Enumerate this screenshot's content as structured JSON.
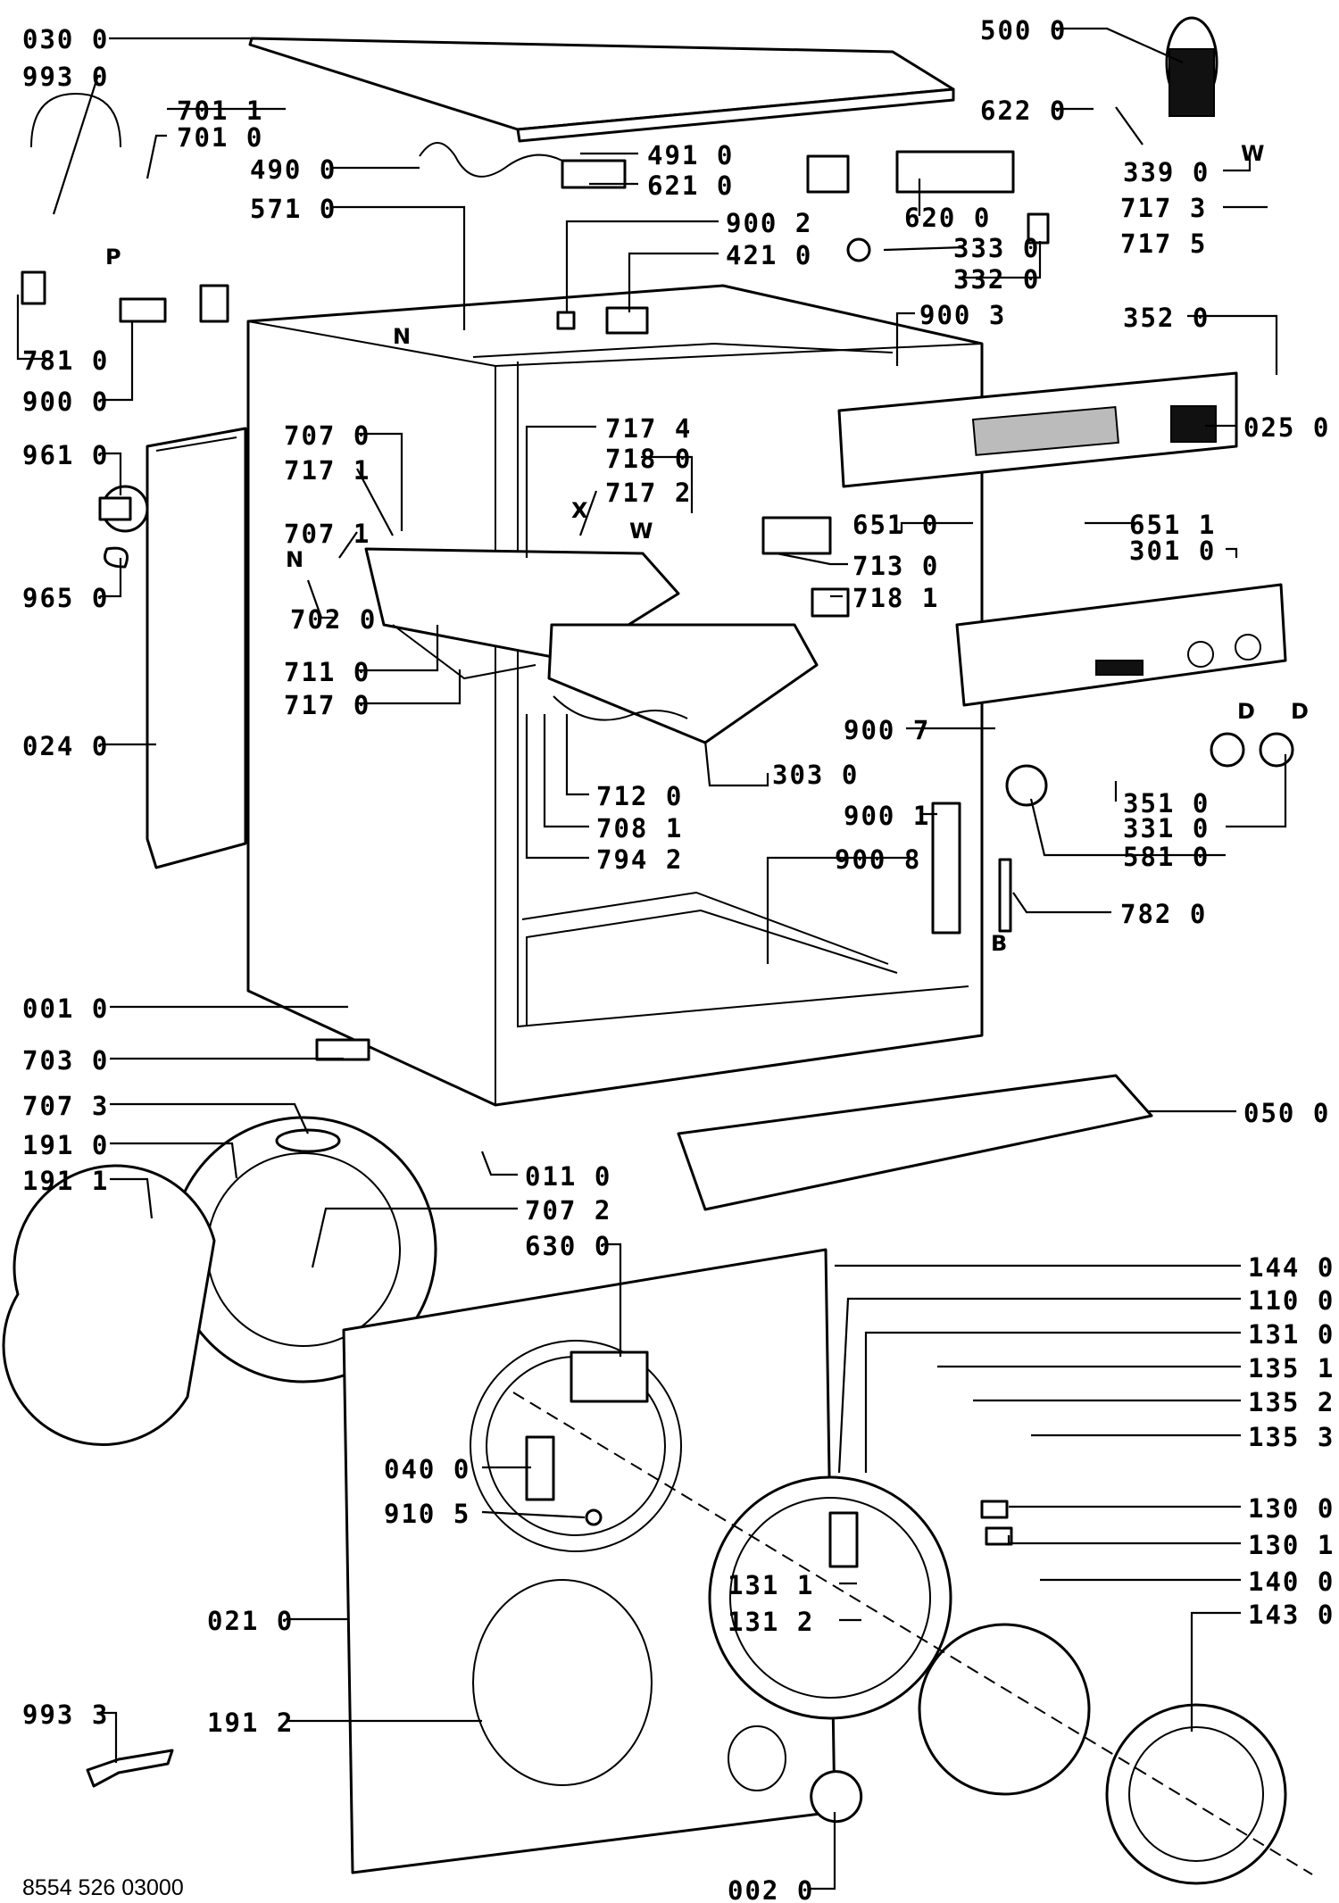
{
  "labels": {
    "l030_0": "030 0",
    "l993_0": "993 0",
    "l701_1": "701 1",
    "l701_0": "701 0",
    "l490_0": "490 0",
    "l491_0": "491 0",
    "l621_0": "621 0",
    "l571_0": "571 0",
    "l900_2": "900 2",
    "l421_0": "421 0",
    "l500_0": "500 0",
    "l622_0": "622 0",
    "l339_0": "339 0",
    "l717_3": "717 3",
    "l717_5": "717 5",
    "l620_0": "620 0",
    "l333_0": "333 0",
    "l332_0": "332 0",
    "l900_3": "900 3",
    "l352_0": "352 0",
    "l025_0": "025 0",
    "l781_0": "781 0",
    "l900_0": "900 0",
    "l707_0": "707 0",
    "l717_4": "717 4",
    "l718_0": "718 0",
    "l717_1": "717 1",
    "l717_2": "717 2",
    "l961_0": "961 0",
    "l707_1": "707 1",
    "l651_0": "651 0",
    "l651_1": "651 1",
    "l713_0": "713 0",
    "l301_0": "301 0",
    "l965_0": "965 0",
    "l702_0": "702 0",
    "l718_1": "718 1",
    "l711_0": "711 0",
    "l717_0": "717 0",
    "l024_0": "024 0",
    "l900_7": "900 7",
    "l303_0": "303 0",
    "l712_0": "712 0",
    "l708_1": "708 1",
    "l794_2": "794 2",
    "l900_1": "900 1",
    "l351_0": "351 0",
    "l331_0": "331 0",
    "l581_0": "581 0",
    "l900_8": "900 8",
    "l782_0": "782 0",
    "l001_0": "001 0",
    "l703_0": "703 0",
    "l707_3": "707 3",
    "l050_0": "050 0",
    "l191_0": "191 0",
    "l011_0": "011 0",
    "l191_1": "191 1",
    "l707_2": "707 2",
    "l630_0": "630 0",
    "l144_0": "144 0",
    "l110_0": "110 0",
    "l131_0": "131 0",
    "l135_1": "135 1",
    "l135_2": "135 2",
    "l135_3": "135 3",
    "l040_0": "040 0",
    "l910_5": "910 5",
    "l130_0": "130 0",
    "l130_1": "130 1",
    "l140_0": "140 0",
    "l131_1": "131 1",
    "l143_0": "143 0",
    "l131_2": "131 2",
    "l021_0": "021 0",
    "l993_3": "993 3",
    "l191_2": "191 2",
    "l002_0": "002 0"
  },
  "letters": {
    "P": "P",
    "N": "N",
    "X": "X",
    "W": "W",
    "D": "D",
    "B": "B"
  },
  "drawing_code": "8554 526 03000"
}
